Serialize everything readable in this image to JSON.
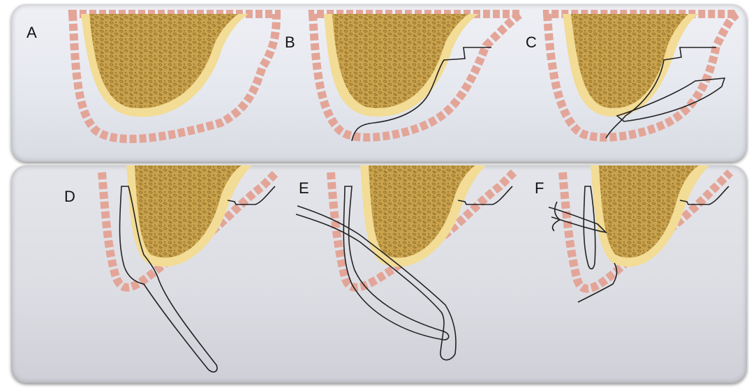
{
  "figure": {
    "panels": [
      {
        "label": "A",
        "description_hint": ""
      },
      {
        "label": "B"
      },
      {
        "label": "C"
      },
      {
        "label": "D"
      },
      {
        "label": "E"
      },
      {
        "label": "F"
      }
    ]
  },
  "colors": {
    "bone_fill": "#c8a24a",
    "bone_dots": "#9c7a2e",
    "cortex": "#f2dc96",
    "gingiva": "#e3a598",
    "line": "#222222"
  }
}
